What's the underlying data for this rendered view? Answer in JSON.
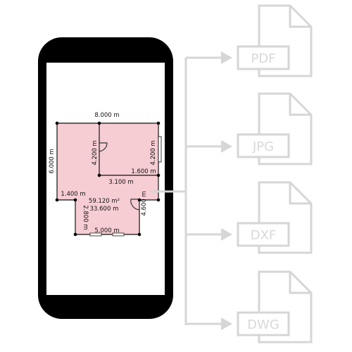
{
  "floorplan": {
    "dimensions": {
      "top_width": "8.000 m",
      "left_height": "6.000 m",
      "inner_left_height": "4.200 m",
      "inner_right_height": "4.200 m",
      "inner_bottom_right": "1.600 m",
      "inner_bottom_width": "3.100 m",
      "left_step": "1.400 m",
      "right_height": "4.600 m",
      "lower_left_height": "2.800 m",
      "bottom_width": "5.000 m"
    },
    "area": "59.120 m²",
    "perimeter": "33.600 m",
    "fill_color": "#f6cdd3"
  },
  "exports": [
    {
      "label": "PDF"
    },
    {
      "label": "JPG"
    },
    {
      "label": "DXF"
    },
    {
      "label": "DWG"
    }
  ],
  "colors": {
    "phone": "#000000",
    "arrow": "#d6d6d6",
    "file_stroke": "#d6d6d6",
    "file_text": "#d9d9d9"
  }
}
